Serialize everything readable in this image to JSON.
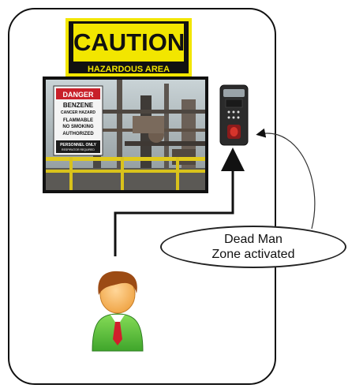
{
  "sign": {
    "caution": "CAUTION",
    "hazardous": "HAZARDOUS AREA"
  },
  "photo_sign": {
    "danger": "DANGER",
    "lines": [
      "BENZENE",
      "CANCER HAZARD",
      "FLAMMABLE",
      "NO SMOKING",
      "AUTHORIZED",
      "PERSONNEL ONLY",
      "RESPIRATOR REQUIRED"
    ]
  },
  "callout": {
    "line1": "Dead Man",
    "line2": "Zone activated"
  },
  "icons": {
    "reader": "access-control-reader-icon",
    "person": "person-icon"
  },
  "colors": {
    "caution_yellow": "#f2e600",
    "caution_black": "#111111",
    "shirt_green": "#5cc23a",
    "tie_red": "#d01f2b"
  }
}
